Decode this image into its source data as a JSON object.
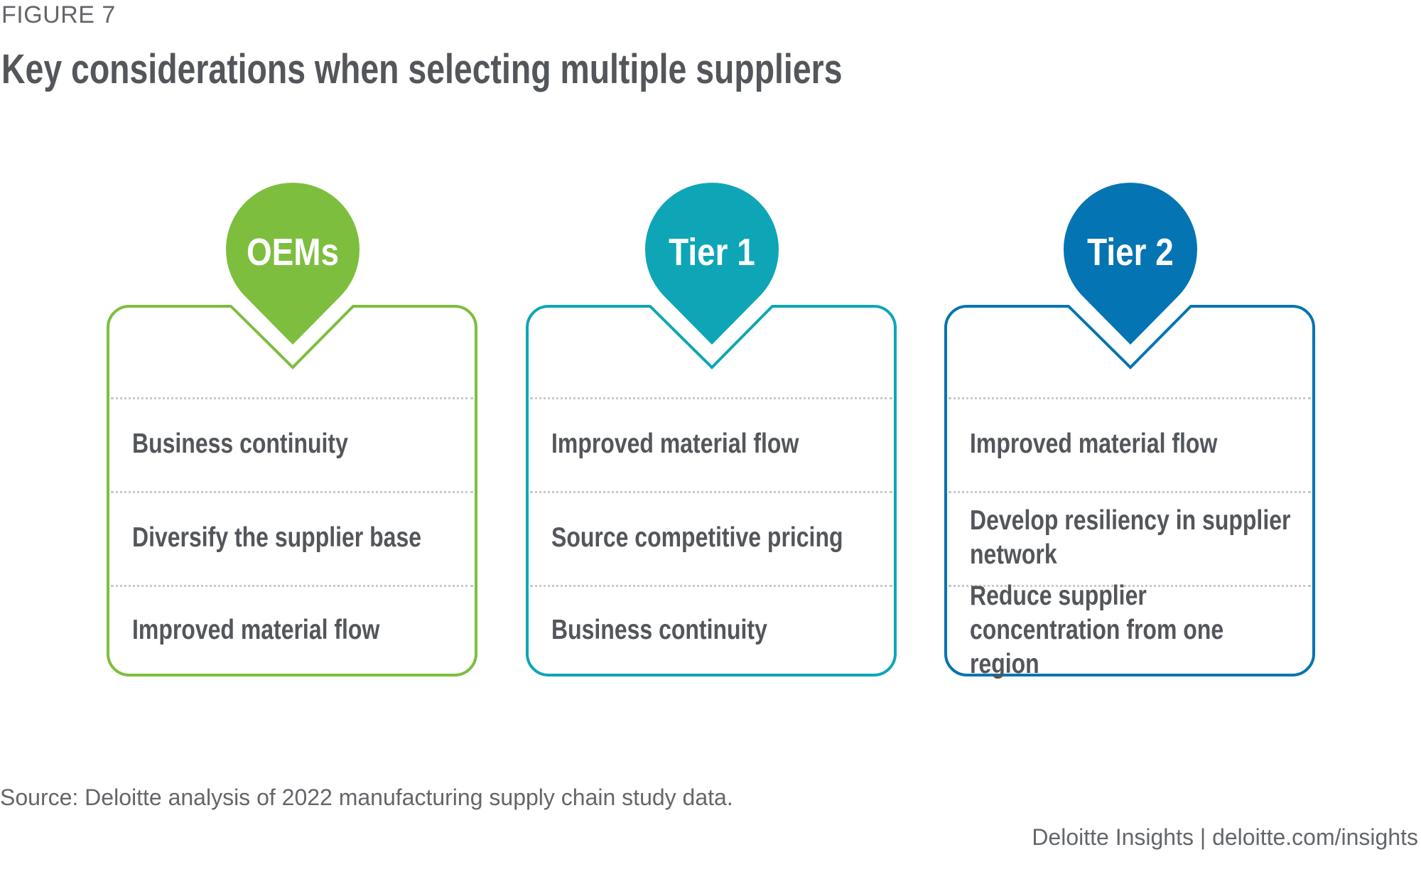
{
  "figure_label": "FIGURE 7",
  "title": "Key considerations when selecting multiple suppliers",
  "cards": [
    {
      "label": "OEMs",
      "color": "#7DBE3F",
      "items": [
        "Business continuity",
        "Diversify the supplier base",
        "Improved material flow"
      ]
    },
    {
      "label": "Tier 1",
      "color": "#0EA6B6",
      "items": [
        "Improved material flow",
        "Source competitive pricing",
        "Business continuity"
      ]
    },
    {
      "label": "Tier 2",
      "color": "#0474B3",
      "items": [
        "Improved material flow",
        "Develop resiliency in supplier network",
        "Reduce supplier concentration from one region"
      ]
    }
  ],
  "source": "Source: Deloitte analysis of 2022 manufacturing supply chain study data.",
  "footer": "Deloitte Insights | deloitte.com/insights"
}
